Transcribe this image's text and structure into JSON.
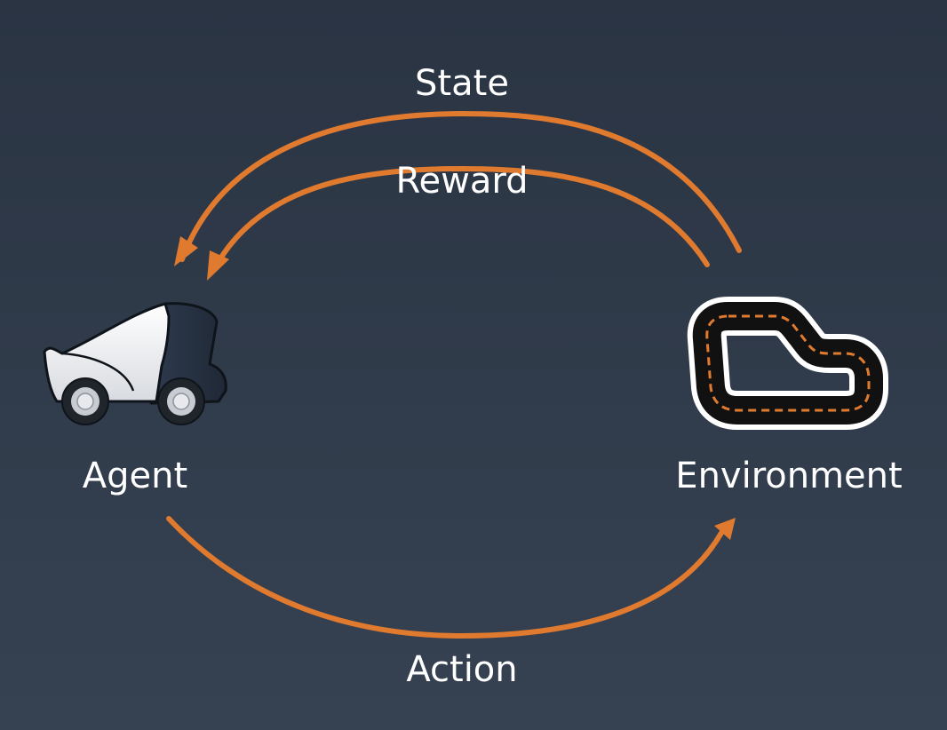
{
  "diagram": {
    "labels": {
      "state": "State",
      "reward": "Reward",
      "agent": "Agent",
      "environment": "Environment",
      "action": "Action"
    },
    "nodes": [
      {
        "id": "agent",
        "icon": "car-icon"
      },
      {
        "id": "environment",
        "icon": "race-track-icon"
      }
    ],
    "edges": [
      {
        "from": "environment",
        "to": "agent",
        "label": "State"
      },
      {
        "from": "environment",
        "to": "agent",
        "label": "Reward"
      },
      {
        "from": "agent",
        "to": "environment",
        "label": "Action"
      }
    ]
  },
  "colors": {
    "arrow": "#e07a2f",
    "text": "#ffffff",
    "background_top": "#2a3443",
    "background_bottom": "#364252"
  }
}
